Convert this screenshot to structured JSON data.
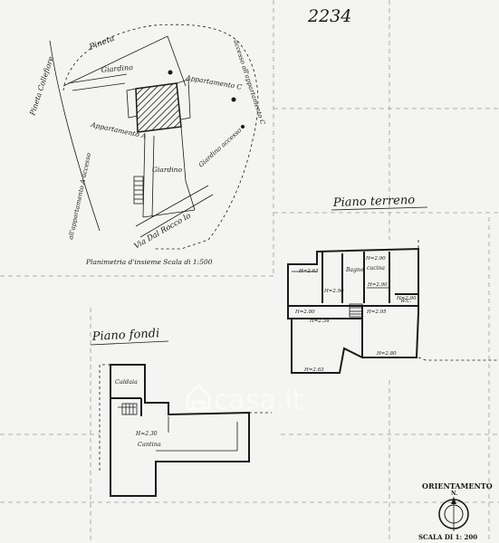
{
  "sheet": {
    "number": "2234"
  },
  "site_plan": {
    "labels": {
      "pineta": "Pineta",
      "pineta_collefiore": "Pineta Collefiore",
      "giardino_top": "Giardino",
      "appartamento_c": "Appartamento C",
      "appartamento_a": "Appartamento A",
      "giardino_bottom": "Giardino",
      "accesso_a": "all'appartamento A accesso",
      "accesso_c": "accesso all'appartamento C",
      "giardino_accesso": "Giardino accesso",
      "via_del_rocco": "Via Dal Rocco lo",
      "caption": "Planimetria d'insieme  Scala di 1:500"
    }
  },
  "ground_floor": {
    "title": "Piano terreno",
    "rooms": {
      "r1": "H=2.63",
      "r2": "H=2.90",
      "r3": "Bagno",
      "r4": "cucina",
      "r5": "H=2.90",
      "r6": "W.C.",
      "r7": "H=2.90",
      "r8": "H=2.90",
      "r9": "H=2.80",
      "r10": "H=2.95",
      "r11": "H=2.34",
      "r12": "H=2.80",
      "r13": "H=2.63"
    }
  },
  "basement": {
    "title": "Piano fondi",
    "rooms": {
      "caldaia": "Caldaia",
      "height": "H=2.30",
      "cantina": "Cantina"
    }
  },
  "orientation": {
    "label": "ORIENTAMENTO",
    "north": "N.",
    "scale": "SCALA DI 1: 200"
  },
  "watermark": {
    "text": "casa.it"
  },
  "colors": {
    "ink": "#1a1a1a",
    "paper": "#f4f4f2",
    "grid": "#9a9a9a",
    "hatch": "#1a1a1a"
  }
}
